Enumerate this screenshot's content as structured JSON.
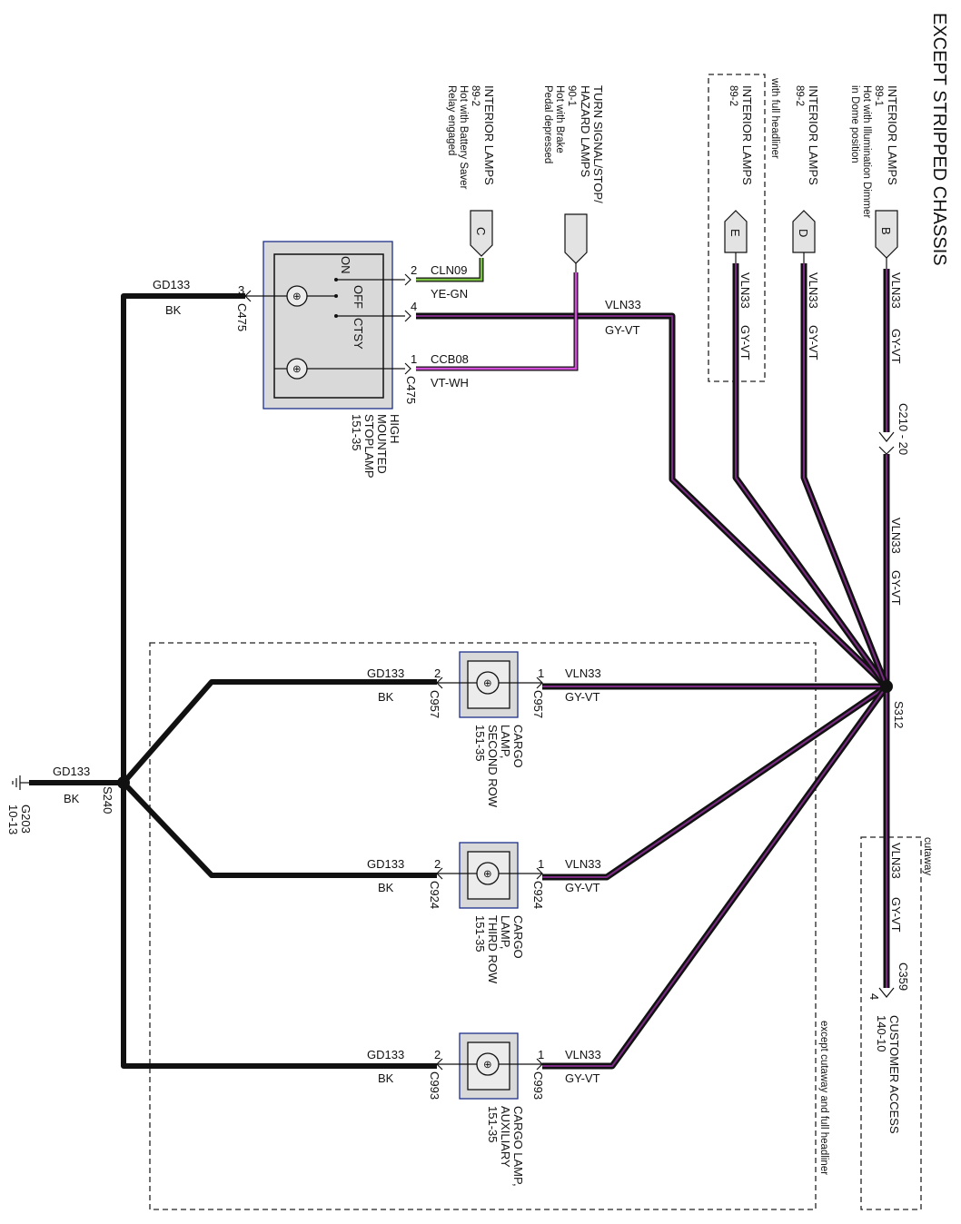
{
  "title": "EXCEPT STRIPPED CHASSIS",
  "wires": {
    "vln33": "VLN33",
    "gyvt": "GY-VT",
    "gd133": "GD133",
    "bk": "BK",
    "cln09": "CLN09",
    "yegn": "YE-GN",
    "ccb08": "CCB08",
    "vtwh": "VT-WH"
  },
  "inputs": {
    "b": {
      "letter": "B",
      "line1": "INTERIOR LAMPS",
      "line2": "89-1",
      "line3": "Hot with Illumination Dimmer",
      "line4": "in Dome position"
    },
    "d": {
      "letter": "D",
      "line1": "INTERIOR LAMPS",
      "line2": "89-2"
    },
    "e": {
      "letter": "E",
      "line1": "INTERIOR LAMPS",
      "line2": "89-2",
      "note": "with full headliner"
    },
    "turn": {
      "line1": "TURN SIGNAL/STOP/",
      "line2": "HAZARD LAMPS",
      "line3": "90-1",
      "line4": "Hot with Brake",
      "line5": "Pedal depressed"
    },
    "c": {
      "letter": "C",
      "line1": "INTERIOR LAMPS",
      "line2": "89-2",
      "line3": "Hot with Battery Saver",
      "line4": "Relay engaged"
    }
  },
  "connectors": {
    "c210": "C210 - 20",
    "c475": "C475",
    "c957": "C957",
    "c924": "C924",
    "c993": "C993",
    "c359": "C359",
    "c359_pin": "4"
  },
  "splices": {
    "s312": "S312",
    "s240": "S240"
  },
  "ground": {
    "name": "G203",
    "ref": "10-13"
  },
  "stoplamp": {
    "line1": "HIGH",
    "line2": "MOUNTED",
    "line3": "STOPLAMP",
    "line4": "151-35",
    "sw_on": "ON",
    "sw_off": "OFF",
    "sw_ctsy": "CTSY",
    "pin2": "2",
    "pin4": "4",
    "pin1": "1",
    "pin3": "3"
  },
  "cargo": [
    {
      "line1": "CARGO",
      "line2": "LAMP,",
      "line3": "SECOND ROW",
      "line4": "151-35"
    },
    {
      "line1": "CARGO",
      "line2": "LAMP,",
      "line3": "THIRD ROW",
      "line4": "151-35"
    },
    {
      "line1": "CARGO LAMP,",
      "line2": "AUXILIARY",
      "line3": "151-35"
    }
  ],
  "pins": {
    "p1": "1",
    "p2": "2"
  },
  "customer_access": {
    "line1": "CUSTOMER ACCESS",
    "line2": "140-10"
  },
  "notes": {
    "cutaway": "cutaway",
    "except_cutaway": "except cutaway and full headliner"
  },
  "colors": {
    "violet": "#7a2a82",
    "green": "#7cc242",
    "magenta": "#d14fd6",
    "frame_blue": "#1c2f8a"
  }
}
